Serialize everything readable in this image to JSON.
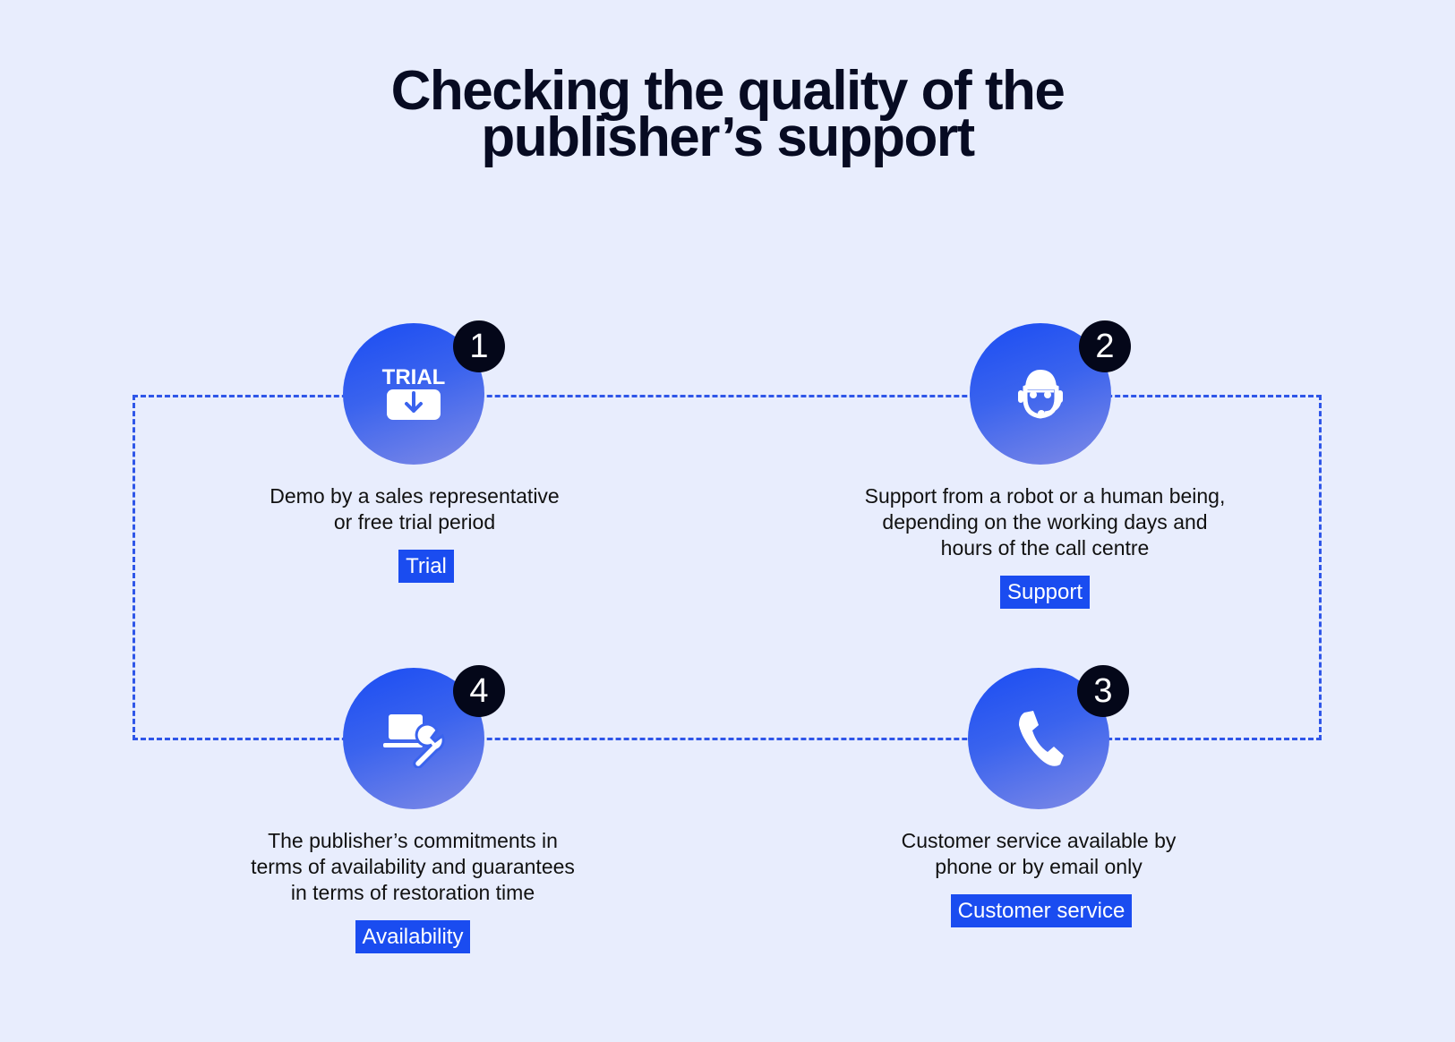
{
  "title": {
    "line1": "Checking the quality of the",
    "line2": "publisher’s support"
  },
  "steps": [
    {
      "number": "1",
      "icon": "trial-download-icon",
      "icon_text": "TRIAL",
      "description": [
        "Demo by a sales representative",
        "or free trial period"
      ],
      "tag": "Trial"
    },
    {
      "number": "2",
      "icon": "support-agent-headset-icon",
      "description": [
        "Support from a robot or a human being,",
        "depending on the working days and",
        "hours of the call centre"
      ],
      "tag": "Support"
    },
    {
      "number": "3",
      "icon": "phone-icon",
      "description": [
        "Customer service available by",
        "phone or by email only"
      ],
      "tag": "Customer service"
    },
    {
      "number": "4",
      "icon": "laptop-wrench-icon",
      "description": [
        "The publisher’s commitments in",
        "terms of availability and guarantees",
        "in terms of restoration time"
      ],
      "tag": "Availability"
    }
  ],
  "colors": {
    "background": "#e8edfd",
    "accent": "#1a4cf0",
    "badge": "#040719"
  }
}
